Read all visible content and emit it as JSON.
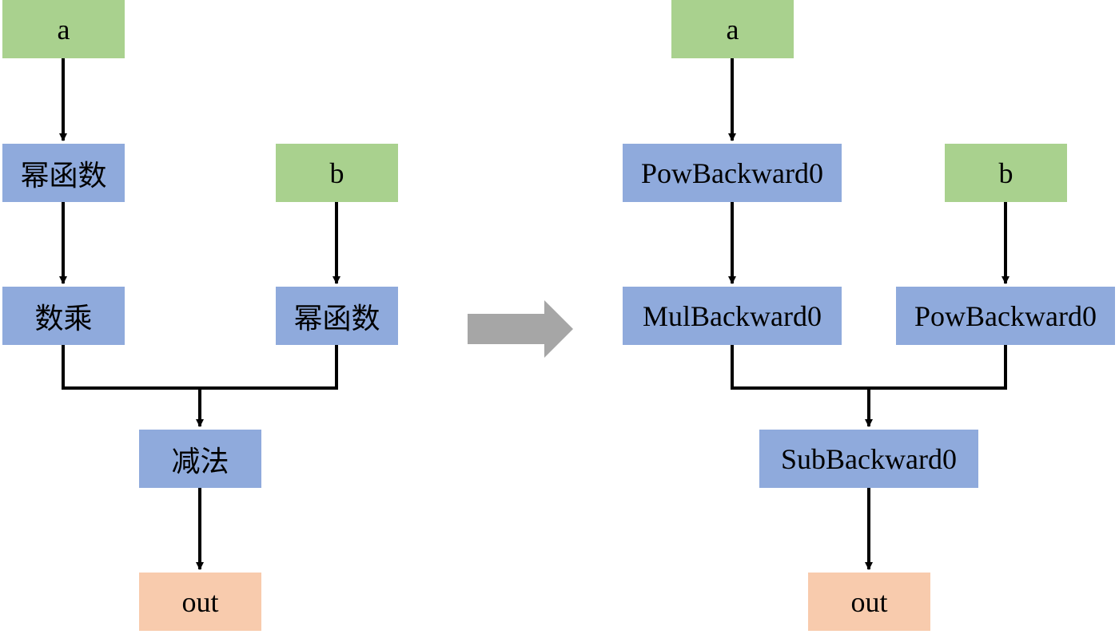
{
  "left_graph": {
    "input_a": "a",
    "pow_a": "幂函数",
    "input_b": "b",
    "mul": "数乘",
    "pow_b": "幂函数",
    "sub": "减法",
    "out": "out"
  },
  "right_graph": {
    "input_a": "a",
    "pow_a": "PowBackward0",
    "input_b": "b",
    "mul": "MulBackward0",
    "pow_b": "PowBackward0",
    "sub": "SubBackward0",
    "out": "out"
  },
  "colors": {
    "input": "#a9d18e",
    "op": "#8faadc",
    "output": "#f8cbad",
    "arrow": "#a6a6a6",
    "edge": "#000000"
  }
}
